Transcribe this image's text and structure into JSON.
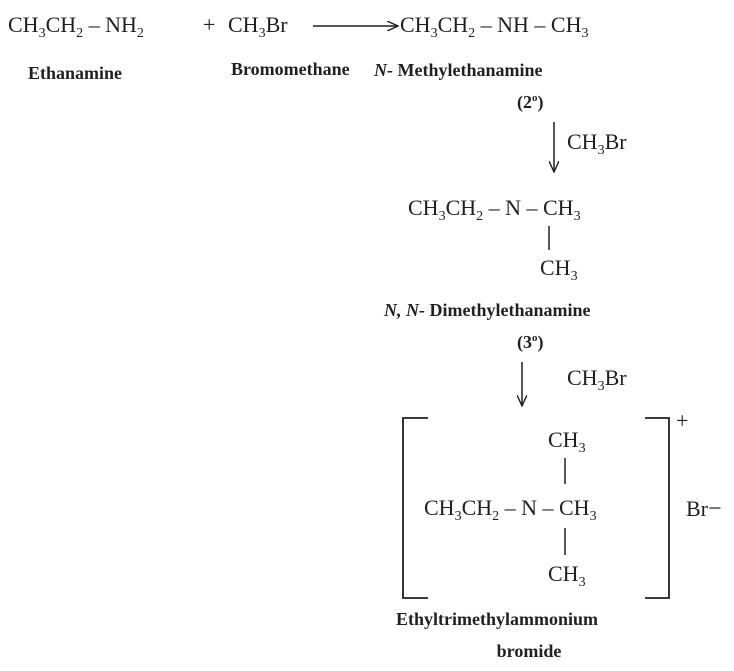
{
  "reaction": {
    "reactant1": {
      "formula": [
        [
          "CH",
          "t"
        ],
        [
          "3",
          "s"
        ],
        [
          "CH",
          "t"
        ],
        [
          "2",
          "s"
        ],
        [
          " – NH",
          "t"
        ],
        [
          "2",
          "s"
        ]
      ],
      "name": "Ethanamine"
    },
    "plus": "+",
    "reactant2": {
      "formula": [
        [
          "CH",
          "t"
        ],
        [
          "3",
          "s"
        ],
        [
          "Br",
          "t"
        ]
      ],
      "name": "Bromomethane"
    },
    "product1": {
      "formula": [
        [
          "CH",
          "t"
        ],
        [
          "3",
          "s"
        ],
        [
          "CH",
          "t"
        ],
        [
          "2",
          "s"
        ],
        [
          " – NH – CH",
          "t"
        ],
        [
          "3",
          "s"
        ]
      ],
      "name_italic": "N-",
      "name_rest": " Methylethanamine",
      "degree_num": "(2",
      "degree_sup": "o",
      "degree_close": ")"
    }
  },
  "step2": {
    "reagent": [
      [
        "CH",
        "t"
      ],
      [
        "3",
        "s"
      ],
      [
        "Br",
        "t"
      ]
    ],
    "formula": [
      [
        "CH",
        "t"
      ],
      [
        "3",
        "s"
      ],
      [
        "CH",
        "t"
      ],
      [
        "2",
        "s"
      ],
      [
        " – N – CH",
        "t"
      ],
      [
        "3",
        "s"
      ]
    ],
    "branch": [
      [
        "CH",
        "t"
      ],
      [
        "3",
        "s"
      ]
    ],
    "name_italic": "N, N-",
    "name_rest": " Dimethylethanamine",
    "degree_num": "(3",
    "degree_sup": "o",
    "degree_close": ")"
  },
  "step3": {
    "reagent": [
      [
        "CH",
        "t"
      ],
      [
        "3",
        "s"
      ],
      [
        "Br",
        "t"
      ]
    ],
    "top_branch": [
      [
        "CH",
        "t"
      ],
      [
        "3",
        "s"
      ]
    ],
    "formula": [
      [
        "CH",
        "t"
      ],
      [
        "3",
        "s"
      ],
      [
        "CH",
        "t"
      ],
      [
        "2",
        "s"
      ],
      [
        " – N – CH",
        "t"
      ],
      [
        "3",
        "s"
      ]
    ],
    "bottom_branch": [
      [
        "CH",
        "t"
      ],
      [
        "3",
        "s"
      ]
    ],
    "charge": "+",
    "counter_ion": "Br",
    "counter_charge": "−",
    "name_line1": "Ethyltrimethylammonium",
    "name_line2": "bromide"
  }
}
